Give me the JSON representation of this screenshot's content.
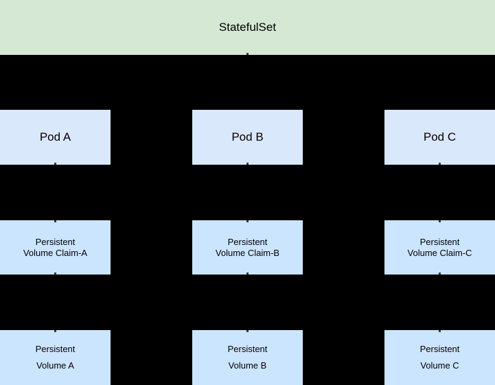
{
  "diagram": {
    "title": "StatefulSet",
    "columns": [
      {
        "pod": {
          "label": "Pod A"
        },
        "claim": {
          "line1": "Persistent",
          "line2": "Volume Claim-A"
        },
        "volume": {
          "line1": "Persistent",
          "line2": "Volume A"
        }
      },
      {
        "pod": {
          "label": "Pod B"
        },
        "claim": {
          "line1": "Persistent",
          "line2": "Volume Claim-B"
        },
        "volume": {
          "line1": "Persistent",
          "line2": "Volume B"
        }
      },
      {
        "pod": {
          "label": "Pod C"
        },
        "claim": {
          "line1": "Persistent",
          "line2": "Volume Claim-C"
        },
        "volume": {
          "line1": "Persistent",
          "line2": "Volume C"
        }
      }
    ],
    "colors": {
      "background": "#000000",
      "statefulset_fill": "#d5e8d4",
      "pod_fill": "#dae8fc",
      "claim_fill": "#cce5ff",
      "volume_fill": "#cce5ff",
      "text": "#000000"
    }
  }
}
